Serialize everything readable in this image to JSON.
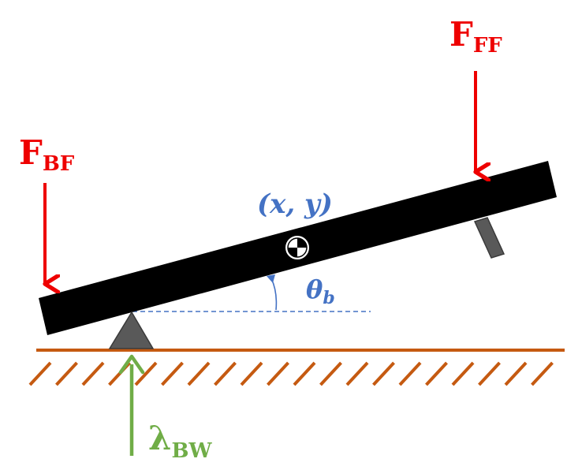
{
  "labels": {
    "front_force": {
      "main": "F",
      "sub": "FF"
    },
    "back_force": {
      "main": "F",
      "sub": "BF"
    },
    "wall_reaction": {
      "main": "λ",
      "sub": "BW"
    },
    "cg_position": "(x, y)",
    "pitch_angle": {
      "main": "θ",
      "sub": "b"
    }
  },
  "colors": {
    "force": "#ee0000",
    "reaction": "#70ad47",
    "annotation": "#4472c4",
    "beam": "#000000",
    "ground": "#c55a11",
    "pivot": "#595959",
    "pivot_stroke": "#3a3a3a",
    "foot": "#595959"
  },
  "icons": {
    "cg_marker": "center-of-gravity-icon",
    "pivot": "triangle-pivot-icon"
  }
}
